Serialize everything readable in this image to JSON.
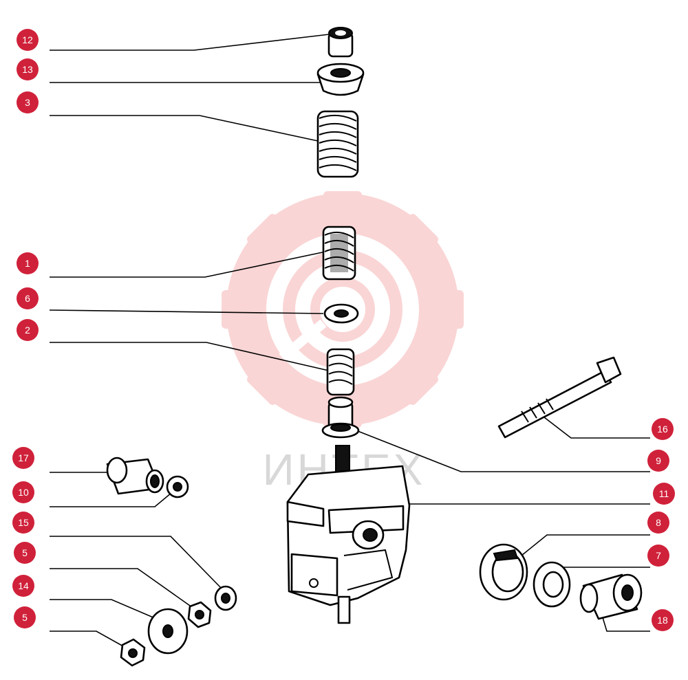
{
  "diagram": {
    "accent_color": "#d0213a",
    "watermark_color": "#f6b3b3",
    "watermark_text": "ИНТЕХ",
    "callouts_left": [
      "12",
      "13",
      "3",
      "1",
      "6",
      "2",
      "17",
      "10",
      "15",
      "5",
      "14",
      "5"
    ],
    "callouts_right": [
      "16",
      "9",
      "11",
      "8",
      "7",
      "18"
    ]
  }
}
